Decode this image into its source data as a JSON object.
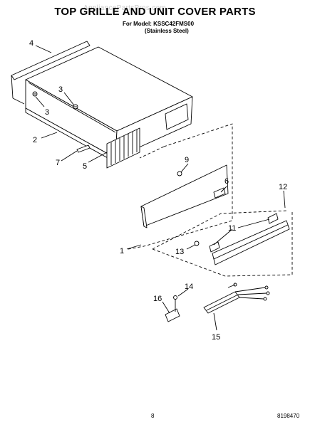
{
  "header": {
    "title": "TOP GRILLE AND UNIT COVER PARTS",
    "model_line": "For Model: KSSC42FMS00",
    "finish_line": "(Stainless Steel)",
    "watermark": "AppliancePartsPros.com"
  },
  "footer": {
    "page_number": "8",
    "document_number": "8198470"
  },
  "callouts": {
    "n1": "1",
    "n2": "2",
    "n3a": "3",
    "n3b": "3",
    "n4": "4",
    "n5": "5",
    "n6": "6",
    "n7": "7",
    "n9": "9",
    "n11": "11",
    "n12": "12",
    "n13": "13",
    "n14": "14",
    "n15": "15",
    "n16": "16"
  }
}
